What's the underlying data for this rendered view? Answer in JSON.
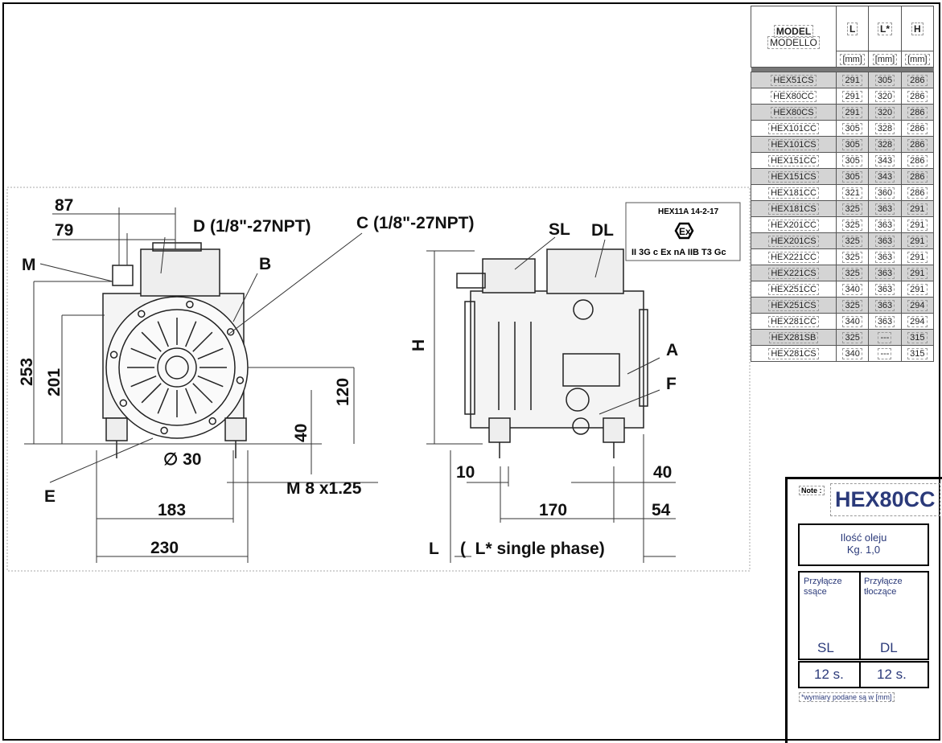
{
  "drawing": {
    "front": {
      "d87": "87",
      "d79": "79",
      "label_d": "D (1/8\"-27NPT)",
      "label_c": "C (1/8\"-27NPT)",
      "label_m": "M",
      "label_b": "B",
      "d253": "253",
      "d201": "201",
      "d120": "120",
      "d40": "40",
      "d30": "∅ 30",
      "thread": "M 8 x1.25",
      "label_e": "E",
      "d183": "183",
      "d230": "230"
    },
    "side": {
      "label_sl": "SL",
      "label_dl": "DL",
      "label_h": "H",
      "label_a": "A",
      "label_f": "F",
      "d10": "10",
      "d40": "40",
      "d170": "170",
      "d54": "54",
      "label_l": "L",
      "label_lstar": "(  L* single phase)"
    },
    "ex_marking": {
      "code": "HEX11A 14-2-17",
      "symbol": "Ex",
      "class": "II 3G c Ex nA IIB T3 Gc"
    }
  },
  "table": {
    "headers": {
      "model": "MODEL",
      "model_it": "MODELLO",
      "l": "L",
      "lstar": "L*",
      "h": "H",
      "unit": "[mm]"
    },
    "rows": [
      [
        "HEX51CS",
        "291",
        "305",
        "286"
      ],
      [
        "HEX80CC",
        "291",
        "320",
        "286"
      ],
      [
        "HEX80CS",
        "291",
        "320",
        "286"
      ],
      [
        "HEX101CC",
        "305",
        "328",
        "286"
      ],
      [
        "HEX101CS",
        "305",
        "328",
        "286"
      ],
      [
        "HEX151CC",
        "305",
        "343",
        "286"
      ],
      [
        "HEX151CS",
        "305",
        "343",
        "286"
      ],
      [
        "HEX181CC",
        "321",
        "360",
        "286"
      ],
      [
        "HEX181CS",
        "325",
        "363",
        "291"
      ],
      [
        "HEX201CC",
        "325",
        "363",
        "291"
      ],
      [
        "HEX201CS",
        "325",
        "363",
        "291"
      ],
      [
        "HEX221CC",
        "325",
        "363",
        "291"
      ],
      [
        "HEX221CS",
        "325",
        "363",
        "291"
      ],
      [
        "HEX251CC",
        "340",
        "363",
        "291"
      ],
      [
        "HEX251CS",
        "325",
        "363",
        "294"
      ],
      [
        "HEX281CC",
        "340",
        "363",
        "294"
      ],
      [
        "HEX281SB",
        "325",
        "---",
        "315"
      ],
      [
        "HEX281CS",
        "340",
        "---",
        "315"
      ]
    ]
  },
  "note": {
    "label": "Note :",
    "model": "HEX80CC",
    "oil_label": "Ilość oleju",
    "oil_value": "Kg.  1,0",
    "suction_label_1": "Przyłącze",
    "suction_label_2": "ssące",
    "discharge_label_1": "Przyłącze",
    "discharge_label_2": "tłoczące",
    "suction_code": "SL",
    "discharge_code": "DL",
    "suction_size": "12 s.",
    "discharge_size": "12 s.",
    "footnote": "*wymiary podane są w [mm]"
  },
  "colors": {
    "note_text": "#2b3a7a",
    "row_shade": "#d4d4d4"
  }
}
